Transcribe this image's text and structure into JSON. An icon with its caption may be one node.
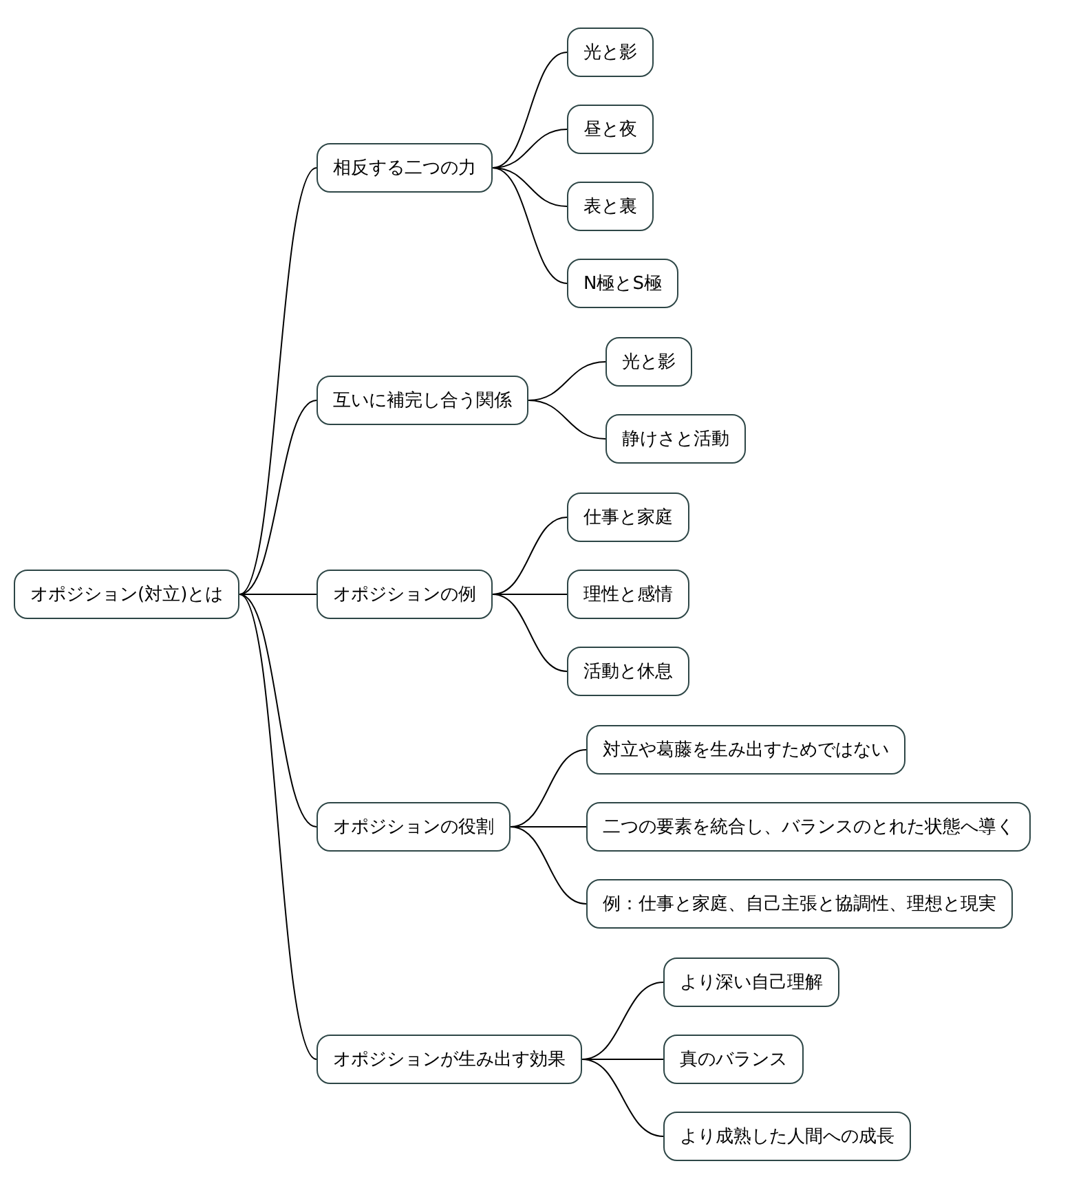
{
  "diagram": {
    "nodes": [
      {
        "text": [
          "オポジション(対立)とは"
        ]
      },
      {
        "text": [
          "相反する二つの力"
        ]
      },
      {
        "text": [
          "光と影"
        ]
      },
      {
        "text": [
          "昼と夜"
        ]
      },
      {
        "text": [
          "表と裏"
        ]
      },
      {
        "text": [
          "N極とS極"
        ]
      },
      {
        "text": [
          "互いに補完し合う関係"
        ]
      },
      {
        "text": [
          "光と影"
        ]
      },
      {
        "text": [
          "静けさと活動"
        ]
      },
      {
        "text": [
          "オポジションの例"
        ]
      },
      {
        "text": [
          "仕事と家庭"
        ]
      },
      {
        "text": [
          "理性と感情"
        ]
      },
      {
        "text": [
          "活動と休息"
        ]
      },
      {
        "text": [
          "オポジションの役割"
        ]
      },
      {
        "text": [
          "対立や葛藤を生み出すためではない"
        ]
      },
      {
        "text": [
          "二つの要素を統合し、バランスのとれた状態へ導く"
        ]
      },
      {
        "text": [
          "例：仕事と家庭、自己主張と協調性、理想と現実"
        ]
      },
      {
        "text": [
          "オポジションが生み出す効果"
        ]
      },
      {
        "text": [
          "より深い自己理解"
        ]
      },
      {
        "text": [
          "真のバランス"
        ]
      },
      {
        "text": [
          "より成熟した人間への成長"
        ]
      }
    ],
    "edges": [
      {
        "from": 0,
        "to": 1,
        "arrow": "none"
      },
      {
        "from": 1,
        "to": 2,
        "arrow": "none"
      },
      {
        "from": 1,
        "to": 3,
        "arrow": "none"
      },
      {
        "from": 1,
        "to": 4,
        "arrow": "none"
      },
      {
        "from": 1,
        "to": 5,
        "arrow": "none"
      },
      {
        "from": 0,
        "to": 6,
        "arrow": "none"
      },
      {
        "from": 6,
        "to": 7,
        "arrow": "none"
      },
      {
        "from": 6,
        "to": 8,
        "arrow": "none"
      },
      {
        "from": 0,
        "to": 9,
        "arrow": "none"
      },
      {
        "from": 9,
        "to": 10,
        "arrow": "none"
      },
      {
        "from": 9,
        "to": 11,
        "arrow": "none"
      },
      {
        "from": 9,
        "to": 12,
        "arrow": "none"
      },
      {
        "from": 0,
        "to": 13,
        "arrow": "none"
      },
      {
        "from": 13,
        "to": 14,
        "arrow": "none"
      },
      {
        "from": 13,
        "to": 15,
        "arrow": "none"
      },
      {
        "from": 13,
        "to": 16,
        "arrow": "none"
      },
      {
        "from": 0,
        "to": 17,
        "arrow": "none"
      },
      {
        "from": 17,
        "to": 18,
        "arrow": "none"
      },
      {
        "from": 17,
        "to": 19,
        "arrow": "none"
      },
      {
        "from": 17,
        "to": 20,
        "arrow": "none"
      }
    ]
  }
}
